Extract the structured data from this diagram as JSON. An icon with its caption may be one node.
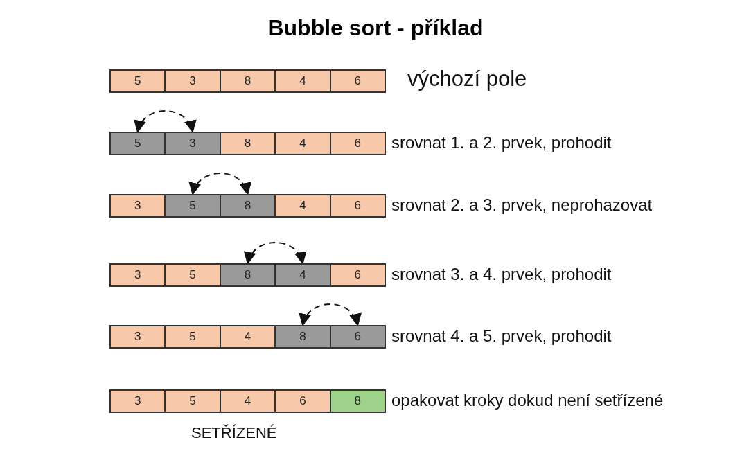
{
  "diagram": {
    "title": "Bubble sort - příklad",
    "nodes": [
      {
        "text": [
          "5"
        ]
      },
      {
        "text": [
          "3"
        ]
      },
      {
        "text": [
          "8"
        ]
      },
      {
        "text": [
          "4"
        ]
      },
      {
        "text": [
          "6"
        ]
      },
      {
        "text": [
          "5"
        ]
      },
      {
        "text": [
          "3"
        ]
      },
      {
        "text": [
          "8"
        ]
      },
      {
        "text": [
          "4"
        ]
      },
      {
        "text": [
          "6"
        ]
      },
      {
        "text": [
          "3"
        ]
      },
      {
        "text": [
          "5"
        ]
      },
      {
        "text": [
          "8"
        ]
      },
      {
        "text": [
          "4"
        ]
      },
      {
        "text": [
          "6"
        ]
      },
      {
        "text": [
          "3"
        ]
      },
      {
        "text": [
          "5"
        ]
      },
      {
        "text": [
          "8"
        ]
      },
      {
        "text": [
          "4"
        ]
      },
      {
        "text": [
          "6"
        ]
      },
      {
        "text": [
          "3"
        ]
      },
      {
        "text": [
          "5"
        ]
      },
      {
        "text": [
          "4"
        ]
      },
      {
        "text": [
          "8"
        ]
      },
      {
        "text": [
          "6"
        ]
      },
      {
        "text": [
          "3"
        ]
      },
      {
        "text": [
          "5"
        ]
      },
      {
        "text": [
          "4"
        ]
      },
      {
        "text": [
          "6"
        ]
      },
      {
        "text": [
          "8"
        ]
      }
    ],
    "edges": [
      {
        "from": 5,
        "to": 6,
        "arrow": "both",
        "style": "dashed"
      },
      {
        "from": 11,
        "to": 12,
        "arrow": "both",
        "style": "dashed"
      },
      {
        "from": 17,
        "to": 18,
        "arrow": "both",
        "style": "dashed"
      },
      {
        "from": 23,
        "to": 24,
        "arrow": "both",
        "style": "dashed"
      }
    ],
    "labels": [
      "výchozí pole",
      "srovnat 1. a 2. prvek, prohodit",
      "srovnat 2. a 3. prvek, neprohazovat",
      "srovnat 3. a 4. prvek, prohodit",
      "srovnat 4. a 5. prvek, prohodit",
      "opakovat kroky dokud není setřízené",
      "SETŘÍZENÉ"
    ]
  }
}
